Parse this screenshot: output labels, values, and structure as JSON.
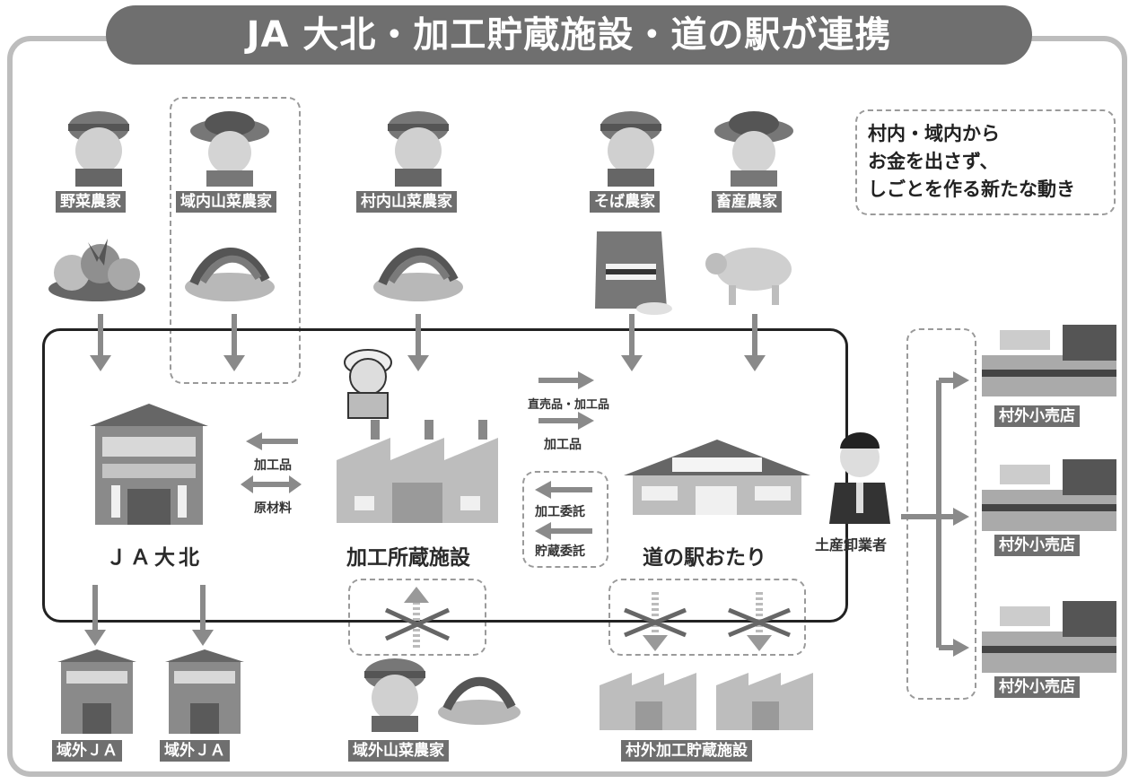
{
  "title": "JA 大北・加工貯蔵施設・道の駅が連携",
  "note": {
    "line1": "村内・域内から",
    "line2": "お金を出さず、",
    "line3": "しごとを作る新たな動き"
  },
  "farmers": [
    {
      "label": "野菜農家"
    },
    {
      "label": "域内山菜農家"
    },
    {
      "label": "村内山菜農家"
    },
    {
      "label": "そば農家"
    },
    {
      "label": "畜産農家"
    }
  ],
  "facilities": {
    "ja": "ＪＡ大北",
    "processing": "加工所蔵施設",
    "michinoeki": "道の駅おたり",
    "wholesaler": "土産卸業者"
  },
  "flows": {
    "ja_to_proc_1": "加工品",
    "ja_to_proc_2": "原材料",
    "proc_to_eki_1": "直売品・加工品",
    "proc_to_eki_2": "加工品",
    "eki_to_proc_1": "加工委託",
    "eki_to_proc_2": "貯蔵委託"
  },
  "outside": {
    "ja_1": "域外ＪＡ",
    "ja_2": "域外ＪＡ",
    "farmer": "域外山菜農家",
    "processing": "村外加工貯蔵施設",
    "stores": [
      "村外小売店",
      "村外小売店",
      "村外小売店"
    ]
  }
}
